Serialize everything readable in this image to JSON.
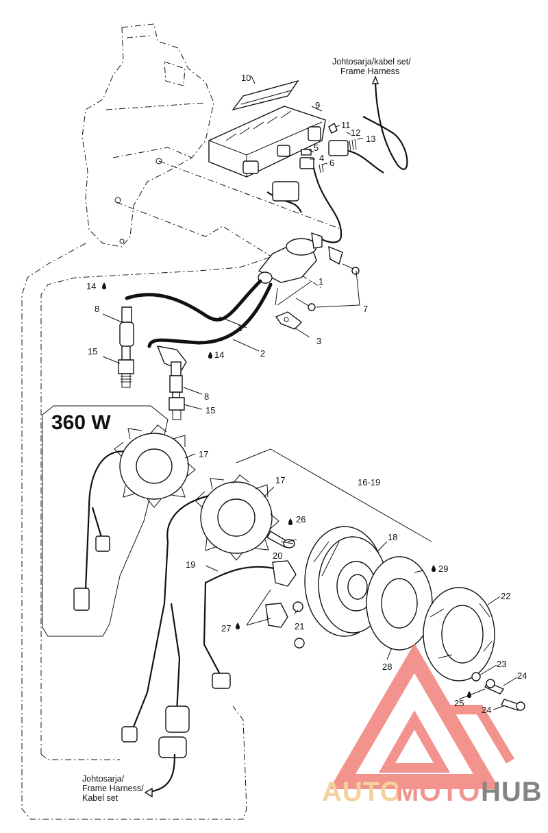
{
  "diagram": {
    "section_title": "360 W",
    "harness_note_top": [
      "Johtosarja/kabel set/",
      "Frame Harness"
    ],
    "harness_note_bottom": [
      "Johtosarja/",
      "Frame Harness/",
      "Kabel set"
    ],
    "callouts": {
      "c1": "1",
      "c2a": "2",
      "c2b": "2",
      "c3": "3",
      "c4": "4",
      "c5": "5",
      "c6": "6",
      "c7": "7",
      "c8a": "8",
      "c8b": "8",
      "c9": "9",
      "c10": "10",
      "c11": "11",
      "c12": "12",
      "c13": "13",
      "c14a": "14",
      "c14b": "14",
      "c15a": "15",
      "c15b": "15",
      "c16_19": "16-19",
      "c17a": "17",
      "c17b": "17",
      "c18": "18",
      "c19": "19",
      "c20": "20",
      "c21": "21",
      "c22": "22",
      "c23": "23",
      "c24a": "24",
      "c24b": "24",
      "c25": "25",
      "c26": "26",
      "c27": "27",
      "c28": "28",
      "c29": "29"
    },
    "icons": {
      "drop": "oil-drop-icon"
    }
  },
  "watermark": {
    "text_auto": "AUTO",
    "text_moto": "MOTO",
    "text_hub": "HUB",
    "color_primary": "#f0827a",
    "color_secondary": "#f4c98a",
    "color_hub": "#6f6f6f"
  }
}
